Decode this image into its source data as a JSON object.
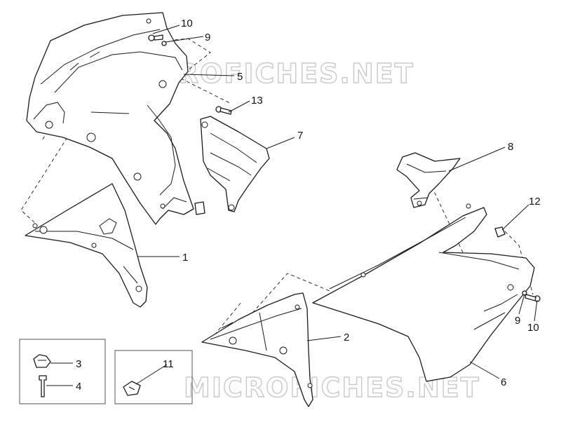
{
  "watermark": {
    "text": "MICROFICHES.NET"
  },
  "callouts": [
    {
      "id": "c1",
      "label": "1"
    },
    {
      "id": "c2",
      "label": "2"
    },
    {
      "id": "c3",
      "label": "3"
    },
    {
      "id": "c4",
      "label": "4"
    },
    {
      "id": "c5",
      "label": "5"
    },
    {
      "id": "c6",
      "label": "6"
    },
    {
      "id": "c7",
      "label": "7"
    },
    {
      "id": "c8",
      "label": "8"
    },
    {
      "id": "c9a",
      "label": "9"
    },
    {
      "id": "c9b",
      "label": "9"
    },
    {
      "id": "c10a",
      "label": "10"
    },
    {
      "id": "c10b",
      "label": "10"
    },
    {
      "id": "c11",
      "label": "11"
    },
    {
      "id": "c12",
      "label": "12"
    },
    {
      "id": "c13",
      "label": "13"
    }
  ]
}
